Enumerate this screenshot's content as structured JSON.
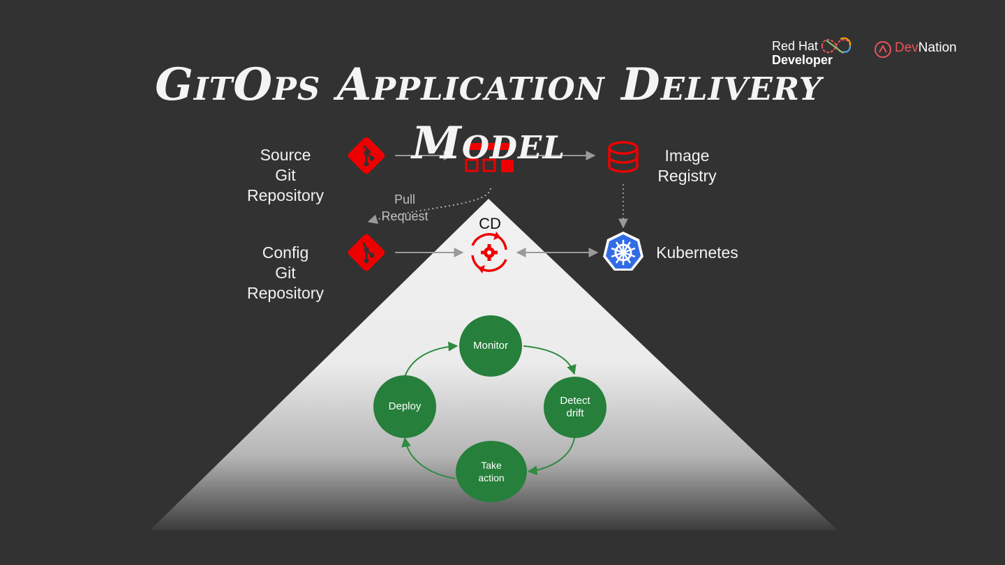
{
  "title": {
    "line1": "GitOps Application Delivery",
    "line2": "Model"
  },
  "logos": {
    "redhat_line1": "Red Hat",
    "redhat_line2": "Developer",
    "devnation_dev": "Dev",
    "devnation_nation": "Nation"
  },
  "nodes": {
    "source_repo": [
      "Source",
      "Git",
      "Repository"
    ],
    "config_repo": [
      "Config",
      "Git",
      "Repository"
    ],
    "image_registry": [
      "Image",
      "Registry"
    ],
    "kubernetes": "Kubernetes",
    "pull_request": [
      "Pull",
      "Request"
    ],
    "cd": "CD"
  },
  "cycle": {
    "monitor": "Monitor",
    "detect": [
      "Detect",
      "drift"
    ],
    "take_action": [
      "Take",
      "action"
    ],
    "deploy": "Deploy"
  },
  "colors": {
    "background": "#323232",
    "accent_red": "#ee0000",
    "cycle_green": "#267f3b",
    "kubernetes_blue": "#326ce5",
    "devnation_red": "#e9555a"
  },
  "icons": {
    "git": "git-icon",
    "ci": "ci-pipeline-icon",
    "registry": "database-icon",
    "cd": "cd-gear-icon",
    "kubernetes": "kubernetes-helm-icon"
  }
}
